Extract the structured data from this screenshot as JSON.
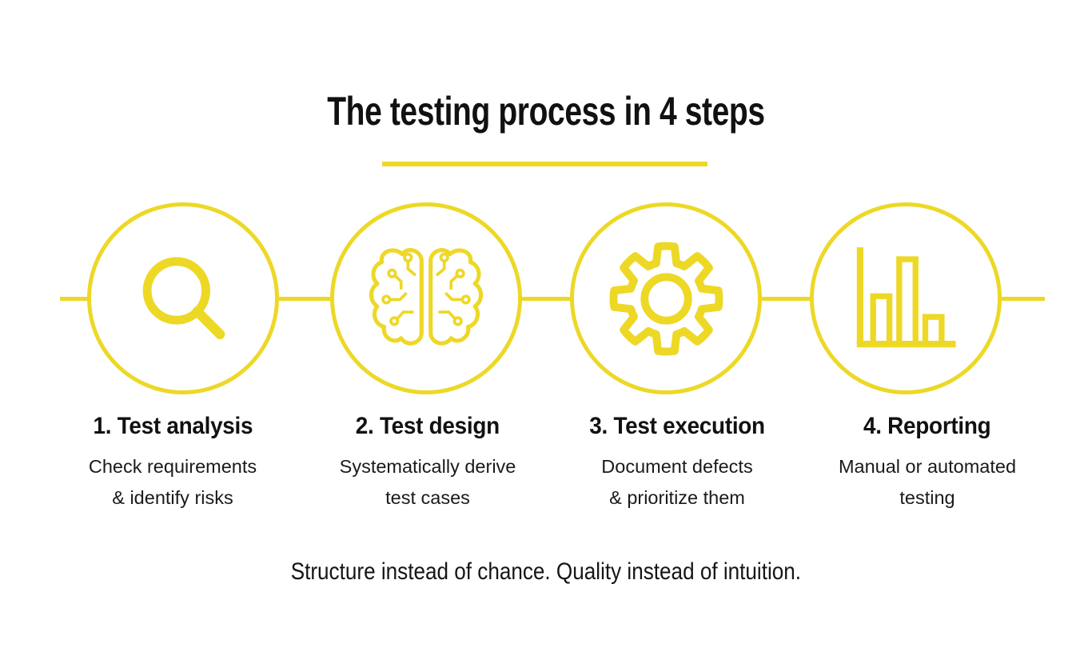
{
  "page": {
    "background_color": "#ffffff",
    "accent_color": "#EDD826",
    "text_color": "#111111"
  },
  "header": {
    "title": "The testing process in 4 steps"
  },
  "steps": [
    {
      "icon": "magnifier-icon",
      "number_label": "1. Test analysis",
      "description_line1": "Check requirements",
      "description_line2": "& identify risks"
    },
    {
      "icon": "brain-circuit-icon",
      "number_label": "2. Test design",
      "description_line1": "Systematically derive",
      "description_line2": "test cases"
    },
    {
      "icon": "gear-icon",
      "number_label": "3. Test execution",
      "description_line1": "Document defects",
      "description_line2": "& prioritize them"
    },
    {
      "icon": "bar-chart-icon",
      "number_label": "4. Reporting",
      "description_line1": "Manual or automated",
      "description_line2": "testing"
    }
  ],
  "footer": {
    "tagline": "Structure instead of chance. Quality instead of intuition."
  }
}
